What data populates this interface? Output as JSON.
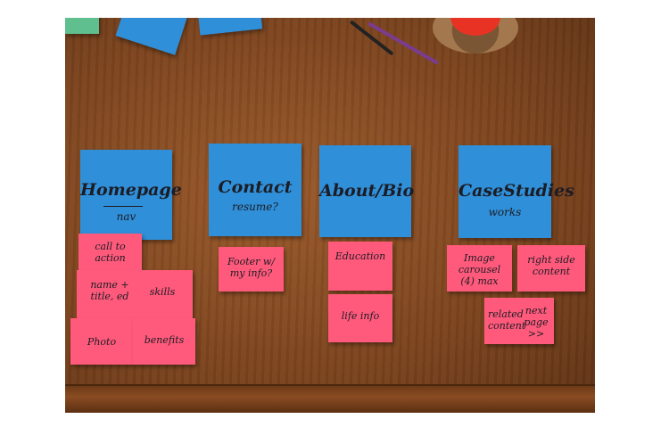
{
  "columns": [
    {
      "title": "Homepage",
      "subtitle": "nav",
      "notes": [
        "call to action",
        "name + title, ed",
        "skills",
        "Photo",
        "benefits"
      ]
    },
    {
      "title": "Contact",
      "subtitle": "resume?",
      "notes": [
        "Footer w/ my info?"
      ]
    },
    {
      "title": "About/Bio",
      "subtitle": "",
      "notes": [
        "Education",
        "life info"
      ]
    },
    {
      "title": "CaseStudies",
      "subtitle": "works",
      "notes": [
        "Image carousel (4) max",
        "right side content",
        "related content",
        "next page >>"
      ]
    }
  ],
  "colors": {
    "blue_note": "#2f8fd8",
    "pink_note": "#ff5a7c",
    "wood": "#7e451f"
  }
}
